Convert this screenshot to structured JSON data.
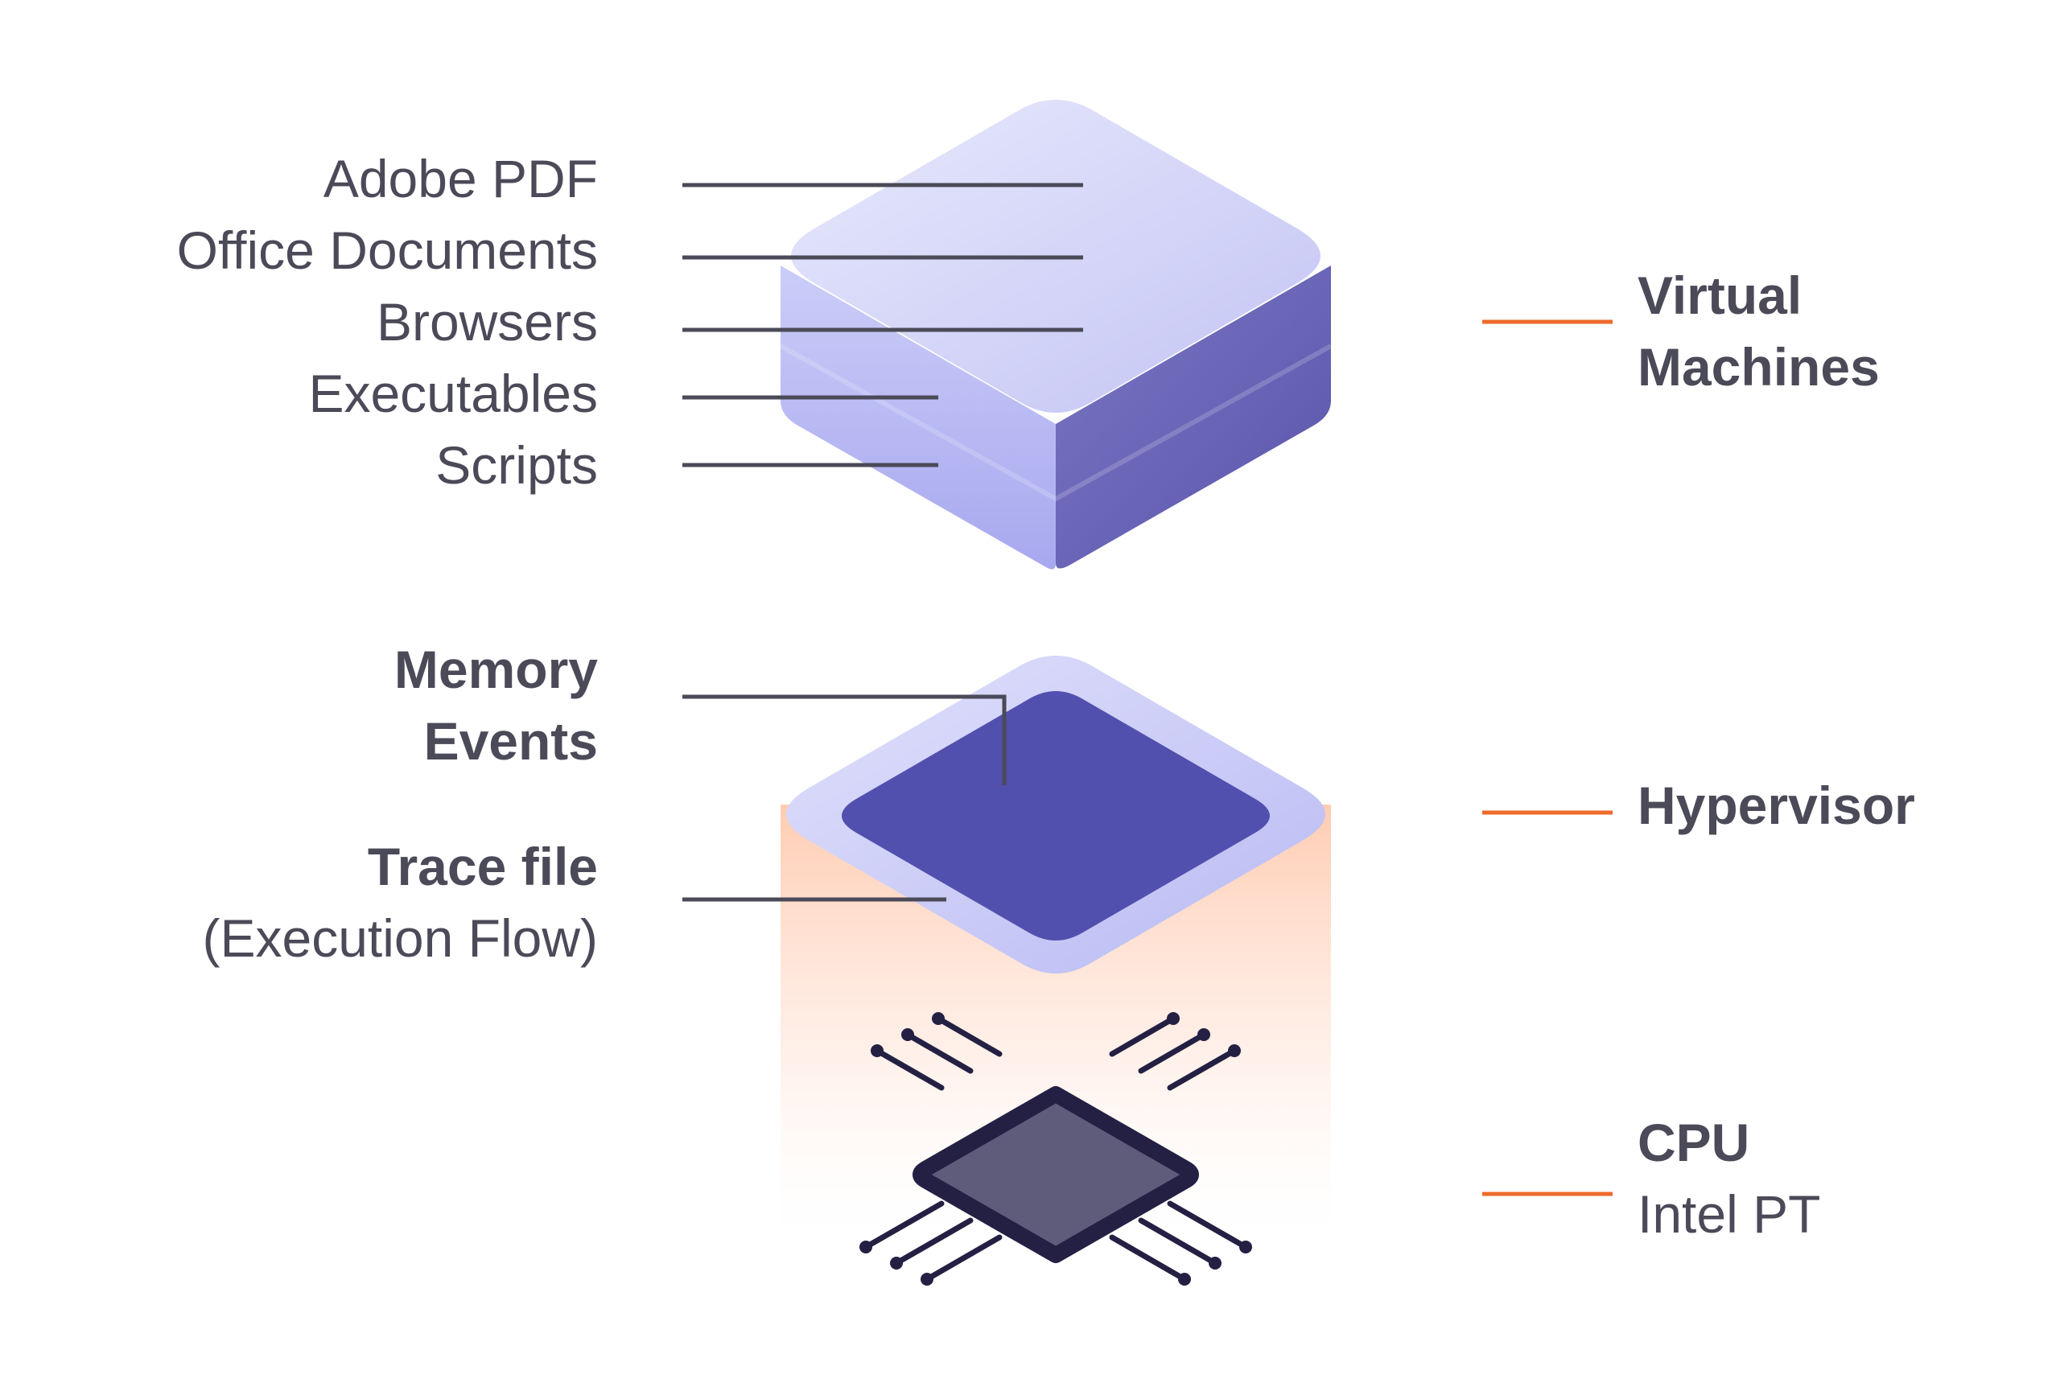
{
  "vm_labels": {
    "items": [
      "Adobe PDF",
      "Office Documents",
      "Browsers",
      "Executables",
      "Scripts"
    ]
  },
  "hypervisor_labels": {
    "memory_line1": "Memory",
    "memory_line2": "Events",
    "trace_title": "Trace file",
    "trace_sub": "(Execution Flow)"
  },
  "layers": {
    "vm_line1": "Virtual",
    "vm_line2": "Machines",
    "hypervisor": "Hypervisor",
    "cpu_title": "CPU",
    "cpu_sub": "Intel PT"
  },
  "colors": {
    "text": "#4b4a58",
    "connector": "#4b4a58",
    "accent": "#ee6a2a",
    "vm_top": "#dcddfa",
    "vm_side_right": "#6a65b8",
    "vm_side_left": "#a9aaf2",
    "hypervisor_ring": "#c9c9f6",
    "hypervisor_core": "#5250ae",
    "cpu_fill": "#5f5b7b",
    "cpu_stroke": "#232043",
    "glow": "#ffd2bb"
  }
}
